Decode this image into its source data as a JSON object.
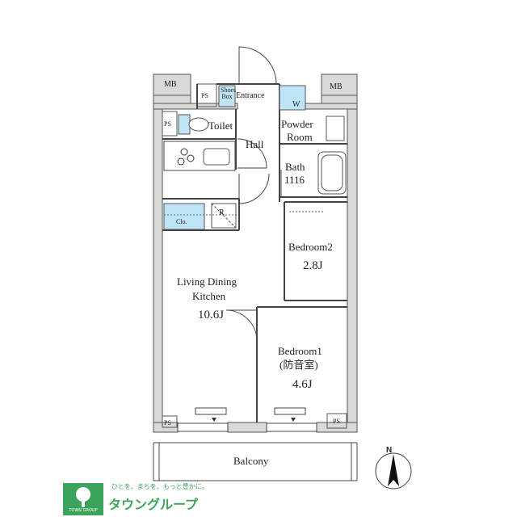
{
  "rooms": {
    "ldk_line1": "Living Dining",
    "ldk_line2": "Kitchen",
    "ldk_size": "10.6J",
    "bedroom2": "Bedroom2",
    "bedroom2_size": "2.8J",
    "bedroom1": "Bedroom1",
    "bedroom1_note": "(防音室)",
    "bedroom1_size": "4.6J",
    "hall": "Hall",
    "entrance": "Entrance",
    "toilet": "Toilet",
    "powder_line1": "Powder",
    "powder_line2": "Room",
    "bath": "Bath",
    "bath_size": "1116",
    "balcony": "Balcony",
    "closet": "Clo.",
    "refrigerator": "R",
    "washer": "W",
    "shoes_box": "Shoes Box"
  },
  "fixtures": {
    "mb_left": "MB",
    "mb_right": "MB",
    "ps_entrance": "PS",
    "ps_toilet": "PS",
    "ps_bottom_left": "PS",
    "ps_bottom_right": "PS"
  },
  "compass": {
    "north": "N"
  },
  "brand": {
    "tagline": "ひとを、まちを、もっと豊かに。",
    "name": "タウングループ",
    "sub": "TOWN GROUP"
  },
  "colors": {
    "wall": "#d9d9d9",
    "wall_line": "#555555",
    "fixture_blue": "#bfe4f5",
    "brand_green": "#3aa55a"
  }
}
